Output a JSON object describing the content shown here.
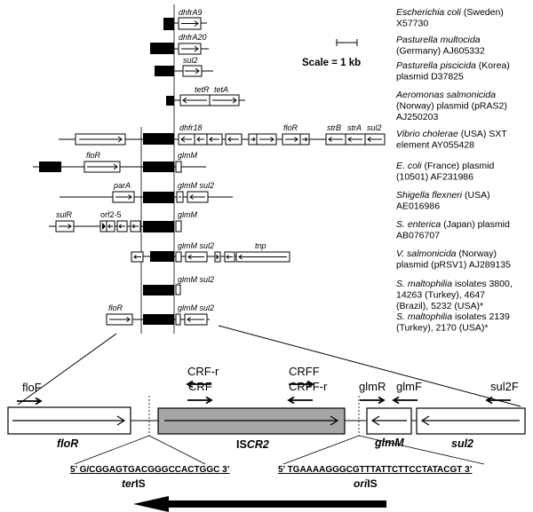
{
  "scale": {
    "label": "Scale = 1 kb"
  },
  "organisms": [
    {
      "lines": [
        [
          {
            "t": "Escherichia coli",
            "i": true
          },
          {
            "t": " (Sweden)"
          }
        ],
        [
          {
            "t": "X57730"
          }
        ]
      ]
    },
    {
      "lines": [
        [
          {
            "t": "Pasturella multocida",
            "i": true
          }
        ],
        [
          {
            "t": "(Germany) AJ605332"
          }
        ]
      ]
    },
    {
      "lines": [
        [
          {
            "t": "Pasturella piscicida",
            "i": true
          },
          {
            "t": "  (Korea)"
          }
        ],
        [
          {
            "t": "plasmid D37825"
          }
        ]
      ]
    },
    {
      "lines": [
        [
          {
            "t": "Aeromonas salmonicida",
            "i": true
          }
        ],
        [
          {
            "t": "(Norway) plasmid (pRAS2)"
          }
        ],
        [
          {
            "t": "AJ250203"
          }
        ]
      ]
    },
    {
      "lines": [
        [
          {
            "t": "Vibrio cholerae",
            "i": true
          },
          {
            "t": " (USA) SXT"
          }
        ],
        [
          {
            "t": "element AY055428"
          }
        ]
      ]
    },
    {
      "lines": [
        [
          {
            "t": "E. coli",
            "i": true
          },
          {
            "t": " (France) plasmid"
          }
        ],
        [
          {
            "t": "(10501) AF231986"
          }
        ]
      ]
    },
    {
      "lines": [
        [
          {
            "t": "Shigella flexneri",
            "i": true
          },
          {
            "t": " (USA)"
          }
        ],
        [
          {
            "t": "AE016986"
          }
        ]
      ]
    },
    {
      "lines": [
        [
          {
            "t": "S. enterica",
            "i": true
          },
          {
            "t": " (Japan) plasmid"
          }
        ],
        [
          {
            "t": "AB076707"
          }
        ]
      ]
    },
    {
      "lines": [
        [
          {
            "t": "V. salmonicida",
            "i": true
          },
          {
            "t": " (Norway)"
          }
        ],
        [
          {
            "t": "plasmid (pRSV1) AJ289135"
          }
        ]
      ]
    },
    {
      "lines": [
        [
          {
            "t": "S. maltophilia",
            "i": true
          },
          {
            "t": " isolates 3800,"
          }
        ],
        [
          {
            "t": "14263 (Turkey), 4647"
          }
        ],
        [
          {
            "t": "(Brazil), 5232 (USA)*"
          }
        ]
      ]
    },
    {
      "lines": [
        [
          {
            "t": "S. maltophilia",
            "i": true
          },
          {
            "t": " isolates 2139"
          }
        ],
        [
          {
            "t": "(Turkey), 2170 (USA)*"
          }
        ]
      ]
    }
  ],
  "gene_labels": {
    "dhfrA9": "dhfrA9",
    "dhfrA20": "dhfrA20",
    "sul2": "sul2",
    "tetR": "tetR",
    "tetA": "tetA",
    "dhfr18": "dhfr18",
    "floR": "floR",
    "strB": "strB",
    "strA": "strA",
    "glmM": "glmM",
    "glmM_sul2": "glmM sul2",
    "parA": "parA",
    "sulR": "sulR",
    "orf2_5": "orf2-5",
    "tnp": "tnp"
  },
  "primers": {
    "floF": "floF",
    "crf_r": "CRF-r",
    "crf": "CRF",
    "crff": "CRFF",
    "crff_r": "CRFF-r",
    "glmR": "glmR",
    "glmF": "glmF",
    "sul2F": "sul2F"
  },
  "detail_genes": {
    "floR": "floR",
    "iscr2_prefix": "IS",
    "iscr2_suffix": "CR2",
    "glmM": "glmM",
    "sul2": "sul2"
  },
  "sequences": {
    "ter": "5’ G/CGGAGTGACGGGCCACTGGC  3’",
    "ter_label_italic": "ter",
    "ter_label_rest": "IS",
    "ori": "5’ TGAAAAGGGCGTTTATTCTTCCTATACGT 3’",
    "ori_label_italic": "ori",
    "ori_label_rest": "IS"
  },
  "colors": {
    "iscr2_fill": "#a6a6a6",
    "ink": "#000000"
  }
}
